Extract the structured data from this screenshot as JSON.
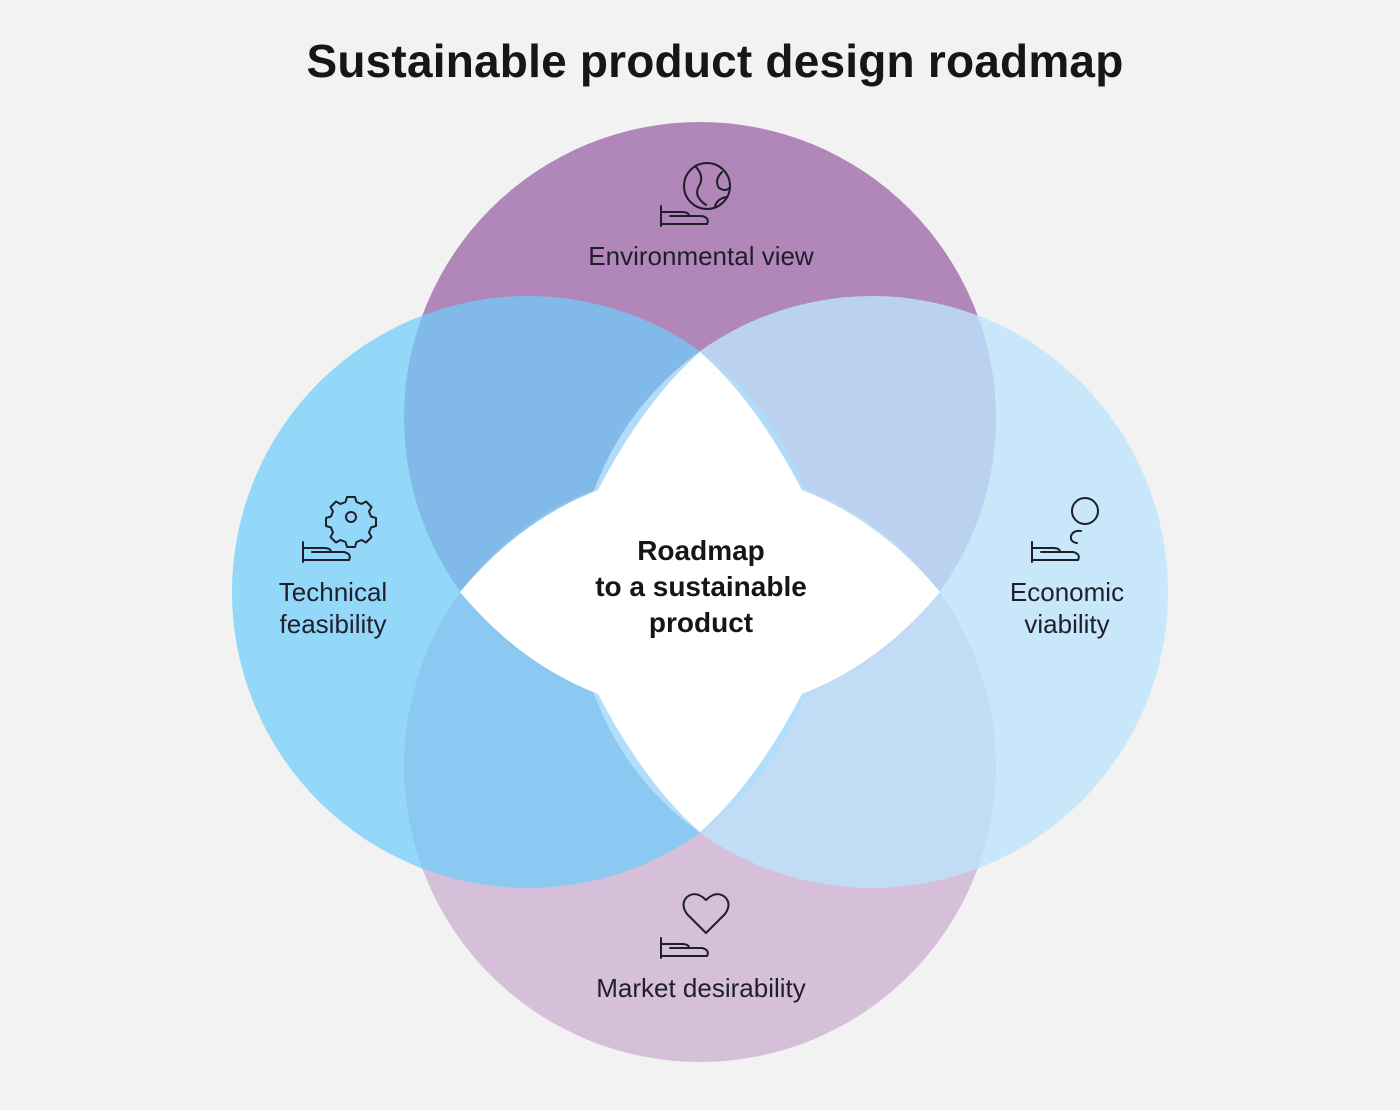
{
  "title": "Sustainable product design roadmap",
  "center": {
    "lines": [
      "Roadmap",
      "to a sustainable",
      "product"
    ]
  },
  "circles": [
    {
      "id": "environmental",
      "lines": [
        "Environmental view"
      ],
      "icon": "globe-in-hand-icon",
      "color": "#a574ae"
    },
    {
      "id": "technical",
      "lines": [
        "Technical",
        "feasibility"
      ],
      "icon": "gear-in-hand-icon",
      "color": "#7fd2fb"
    },
    {
      "id": "economic",
      "lines": [
        "Economic",
        "viability"
      ],
      "icon": "coin-in-hand-icon",
      "color": "#bde3fc"
    },
    {
      "id": "market",
      "lines": [
        "Market desirability"
      ],
      "icon": "heart-in-hand-icon",
      "color": "#d5bcd7"
    }
  ]
}
